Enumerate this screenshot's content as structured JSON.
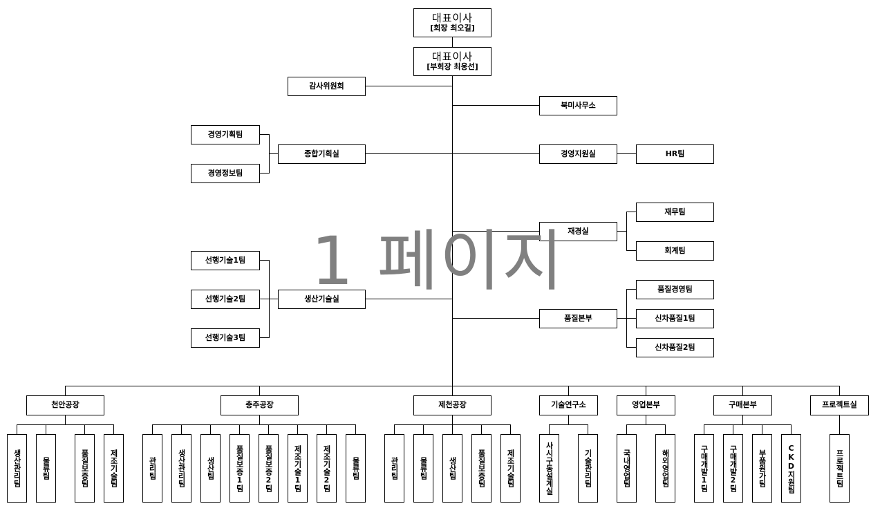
{
  "ceo_chairman": {
    "title": "대표이사",
    "name": "[회장 최오길]"
  },
  "ceo_vice": {
    "title": "대표이사",
    "name": "[부회장 최웅선]"
  },
  "watermark": "1 페이지",
  "staff_left": {
    "audit": "감사위원회",
    "planning": {
      "label": "종합기획실",
      "teams": [
        "경영기획팀",
        "경영정보팀"
      ]
    },
    "prod_tech": {
      "label": "생산기술실",
      "teams": [
        "선행기술1팀",
        "선행기술2팀",
        "선행기술3팀"
      ]
    }
  },
  "staff_right": {
    "na_office": "북미사무소",
    "mgmt_support": {
      "label": "경영지원실",
      "teams": [
        "HR팀"
      ]
    },
    "finance": {
      "label": "재경실",
      "teams": [
        "재무팀",
        "회계팀"
      ]
    },
    "quality": {
      "label": "품질본부",
      "teams": [
        "품질경영팀",
        "신차품질1팀",
        "신차품질2팀"
      ]
    }
  },
  "divisions": [
    {
      "label": "천안공장",
      "teams": [
        "생산관리팀",
        "물류팀",
        "품질보증팀",
        "제조기술팀"
      ]
    },
    {
      "label": "충주공장",
      "teams": [
        "관리팀",
        "생산관리팀",
        "생산팀",
        "품질보증1팀",
        "품질보증2팀",
        "제조기술1팀",
        "제조기술2팀",
        "물류팀"
      ]
    },
    {
      "label": "제천공장",
      "teams": [
        "관리팀",
        "물류팀",
        "생산팀",
        "품질보증팀",
        "제조기술팀"
      ]
    },
    {
      "label": "기술연구소",
      "teams": [
        "사시구동설계실",
        "기술관리팀"
      ]
    },
    {
      "label": "영업본부",
      "teams": [
        "국내영업팀",
        "해외영업팀"
      ]
    },
    {
      "label": "구매본부",
      "teams": [
        "구매개발1팀",
        "구매개발2팀",
        "부품원가팀",
        "CKD지원팀"
      ]
    },
    {
      "label": "프로젝트실",
      "teams": [
        "프로젝트팀"
      ]
    }
  ]
}
